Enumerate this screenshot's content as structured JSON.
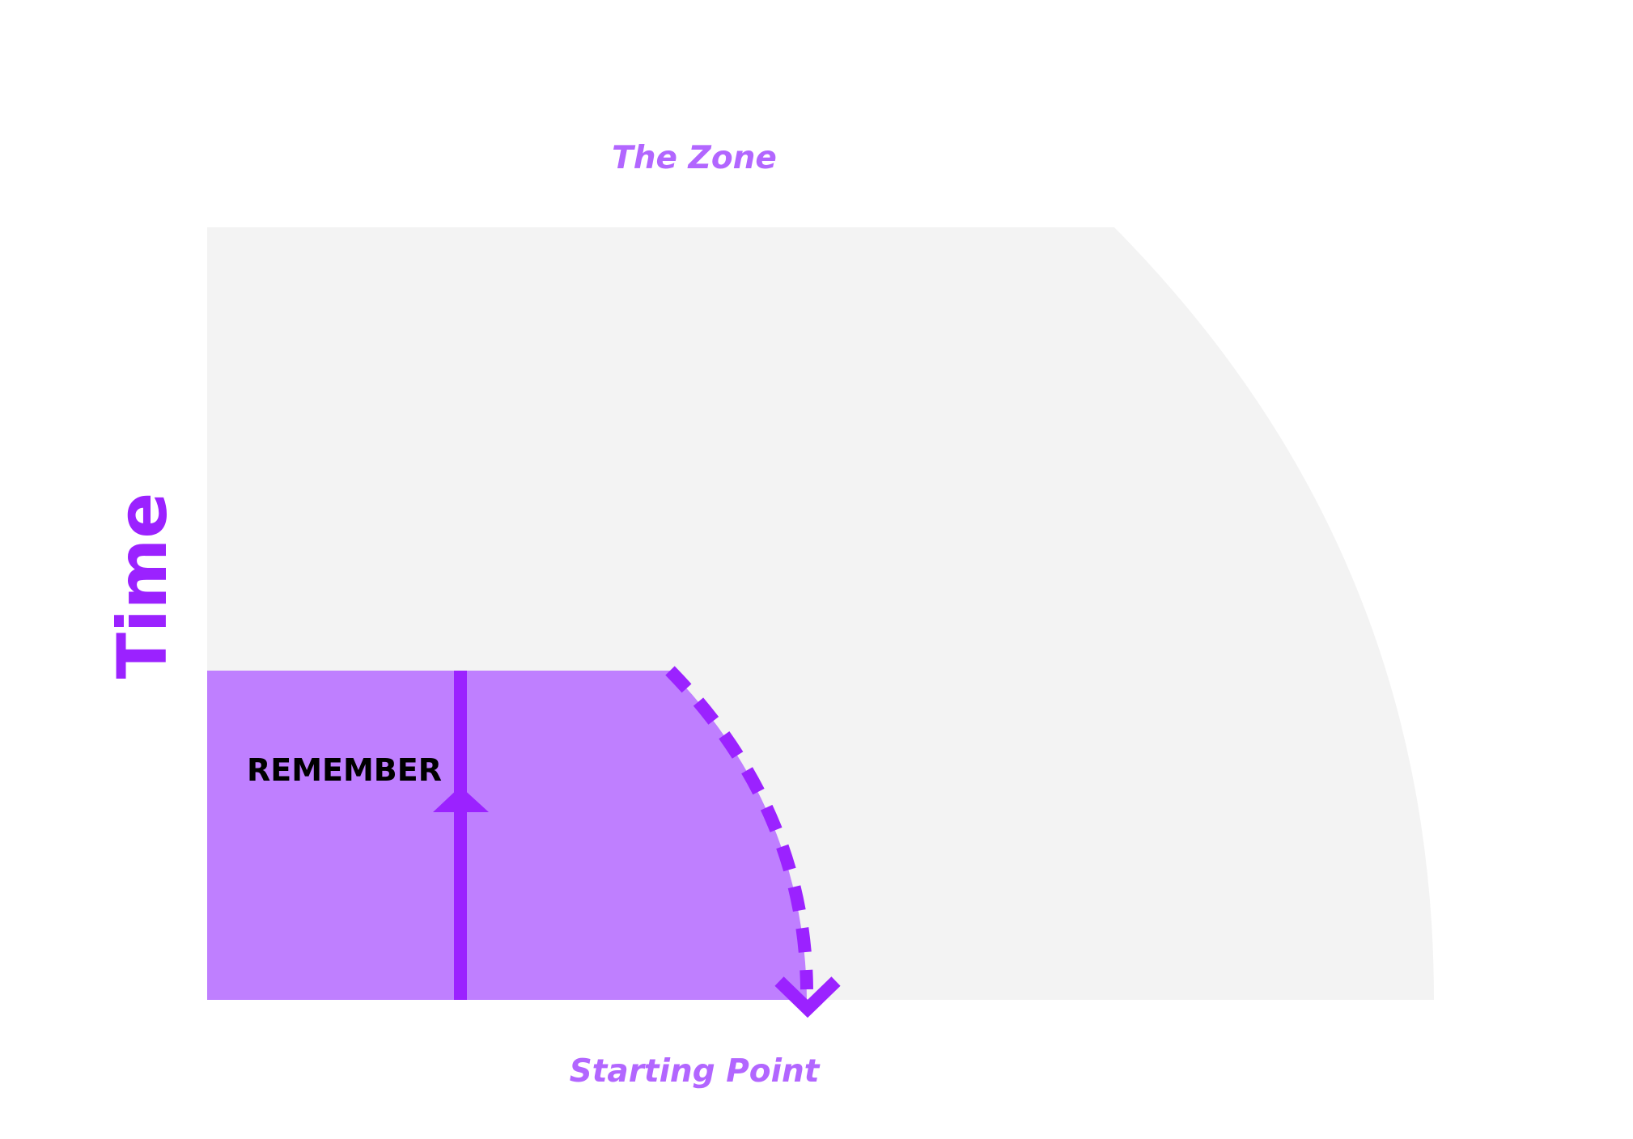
{
  "labels": {
    "top": "The Zone",
    "bottom": "Starting Point",
    "axis": "Time",
    "inner": "REMEMBER"
  },
  "colors": {
    "outer_fill": "#f3f3f3",
    "inner_fill": "#bf7fff",
    "accent": "#9b22ff",
    "label_text": "#b266ff",
    "inner_text": "#000000",
    "background": "#ffffff"
  }
}
